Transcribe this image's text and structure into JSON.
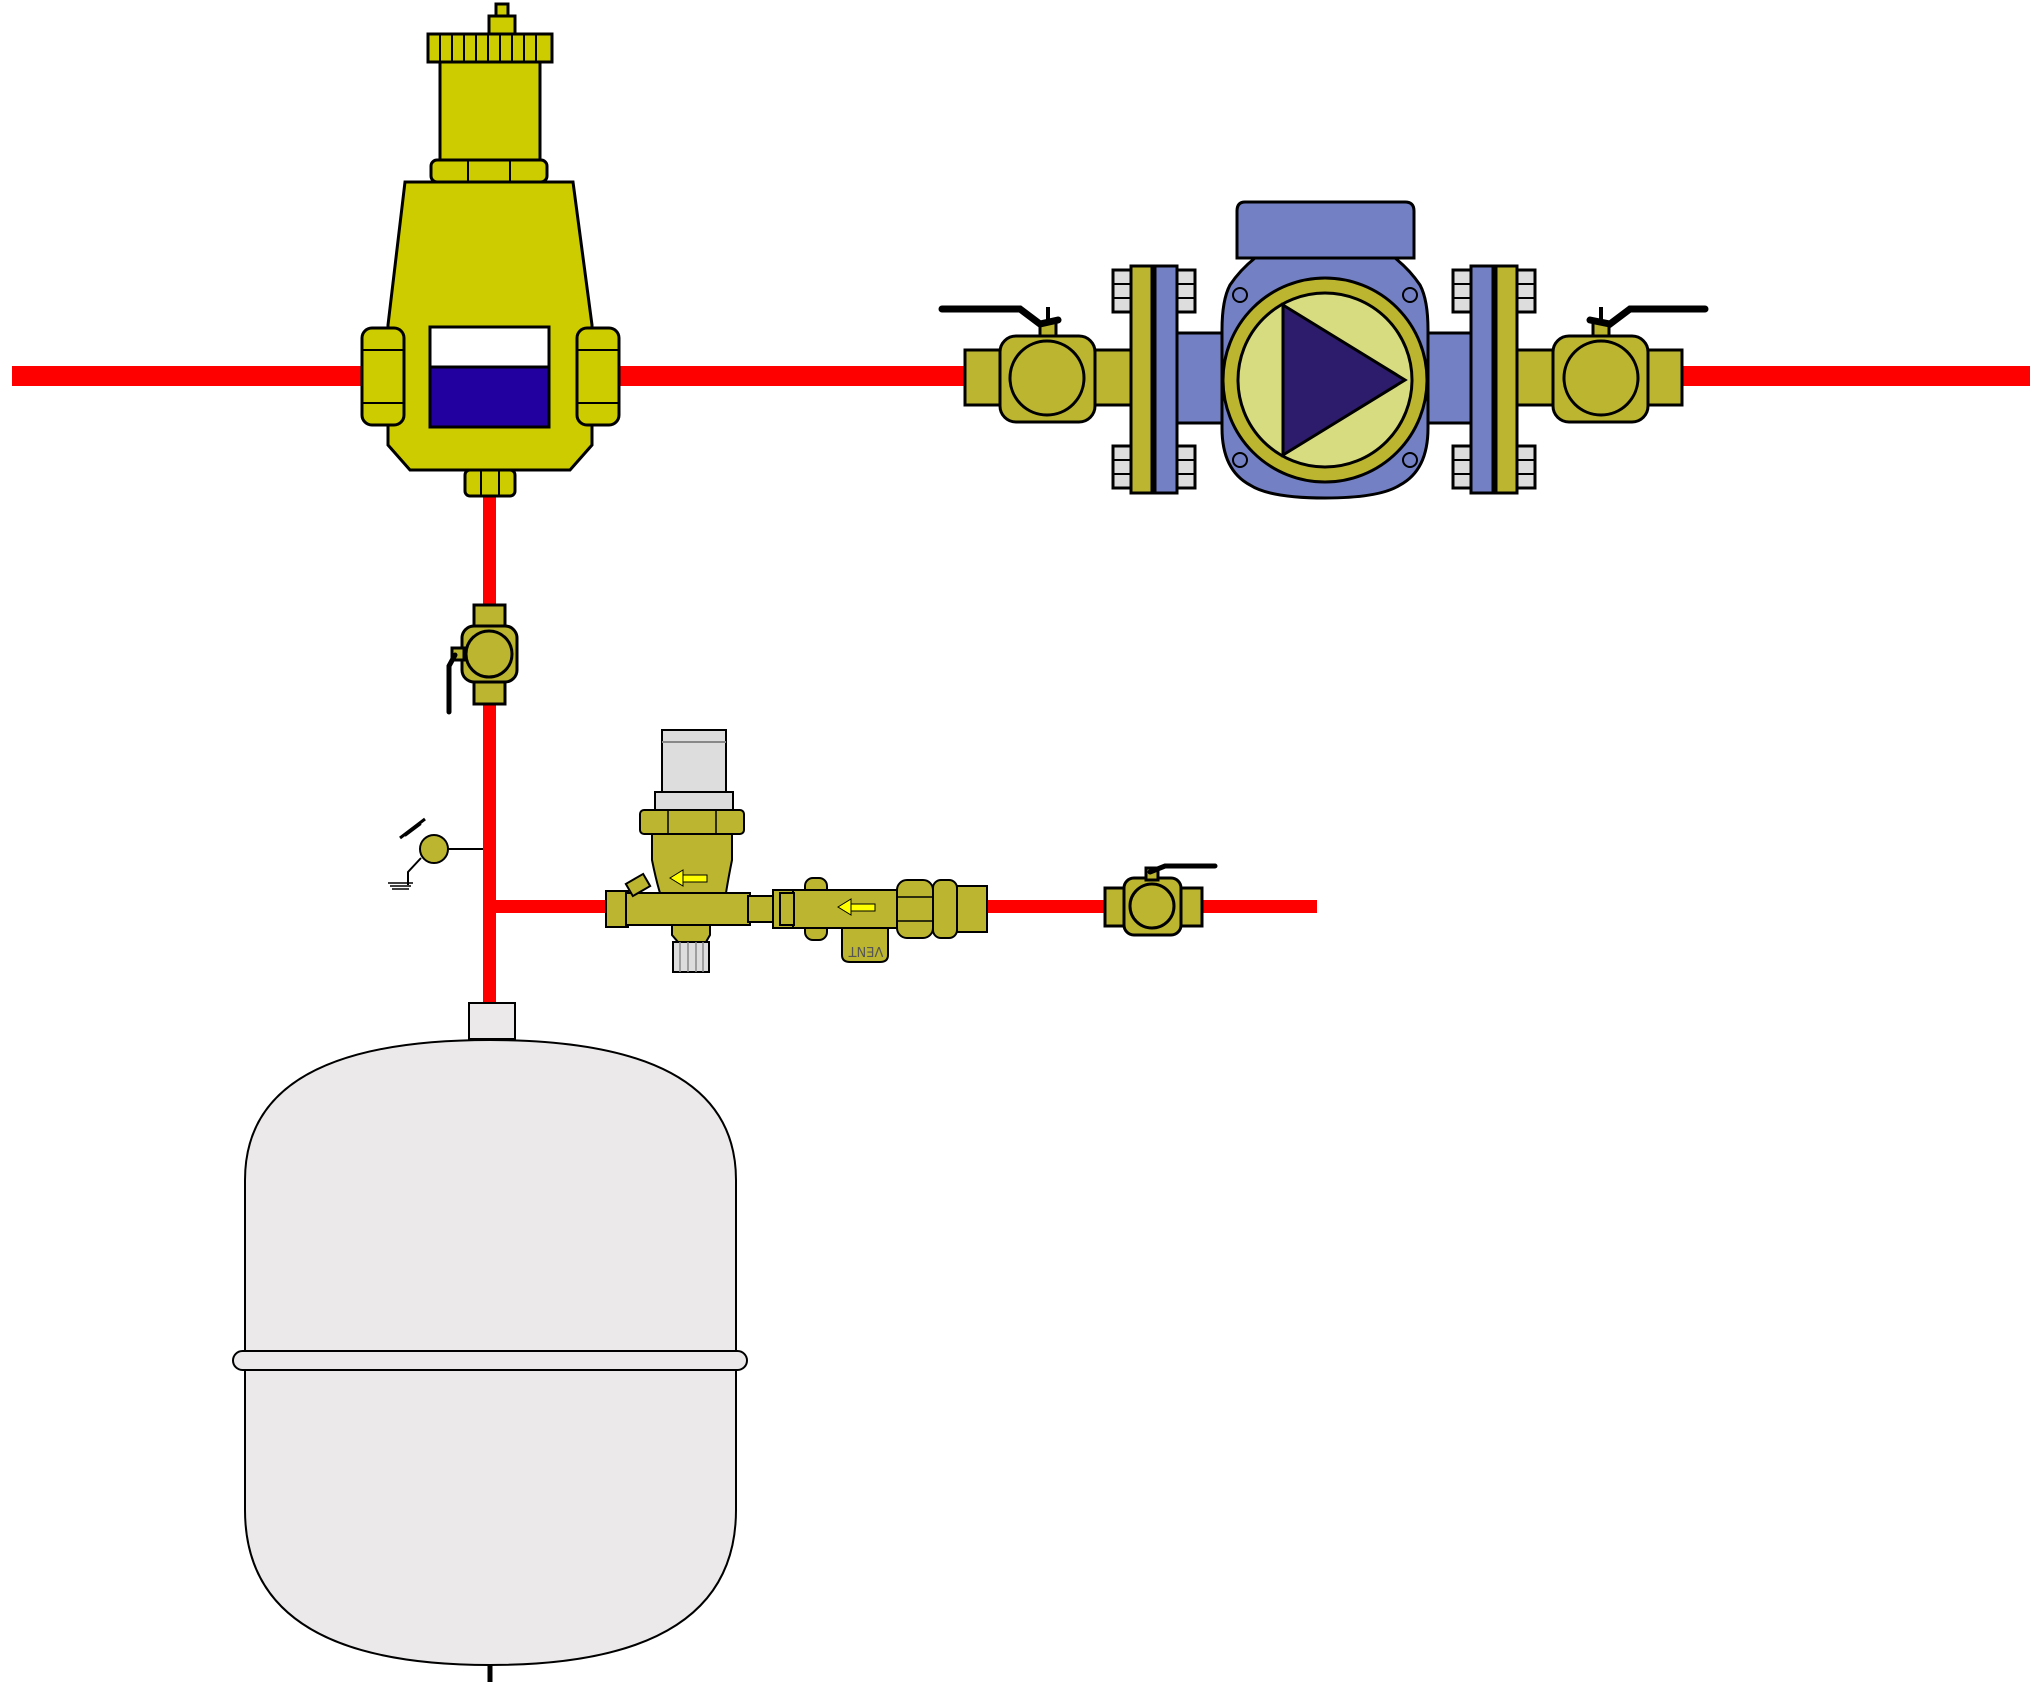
{
  "diagram": {
    "labels": {
      "check_valve_marking": "VENT"
    },
    "colors": {
      "pipe": "#ff0000",
      "separator_body": "#cccc00",
      "brass_fitting": "#bbb530",
      "pump_body": "#7480c4",
      "pump_face": "#d8dc80",
      "pump_arrow": "#2d1b6c",
      "sight_glass_water": "#22009f",
      "expansion_tank": "#ebe9ea",
      "flow_arrow": "#ffff00"
    },
    "components": [
      {
        "name": "air-dirt-separator",
        "icon": "air-separator-icon"
      },
      {
        "name": "circulation-pump",
        "icon": "pump-icon"
      },
      {
        "name": "ball-valve-pump-inlet",
        "icon": "ball-valve-icon"
      },
      {
        "name": "ball-valve-pump-outlet",
        "icon": "ball-valve-icon"
      },
      {
        "name": "ball-valve-vertical",
        "icon": "ball-valve-icon"
      },
      {
        "name": "ball-valve-fill-line",
        "icon": "ball-valve-icon"
      },
      {
        "name": "pressure-gauge-tap",
        "icon": "gauge-icon"
      },
      {
        "name": "pressure-reducing-valve",
        "icon": "pressure-reducer-icon"
      },
      {
        "name": "check-valve",
        "icon": "check-valve-icon"
      },
      {
        "name": "expansion-tank",
        "icon": "expansion-tank-icon"
      }
    ]
  }
}
